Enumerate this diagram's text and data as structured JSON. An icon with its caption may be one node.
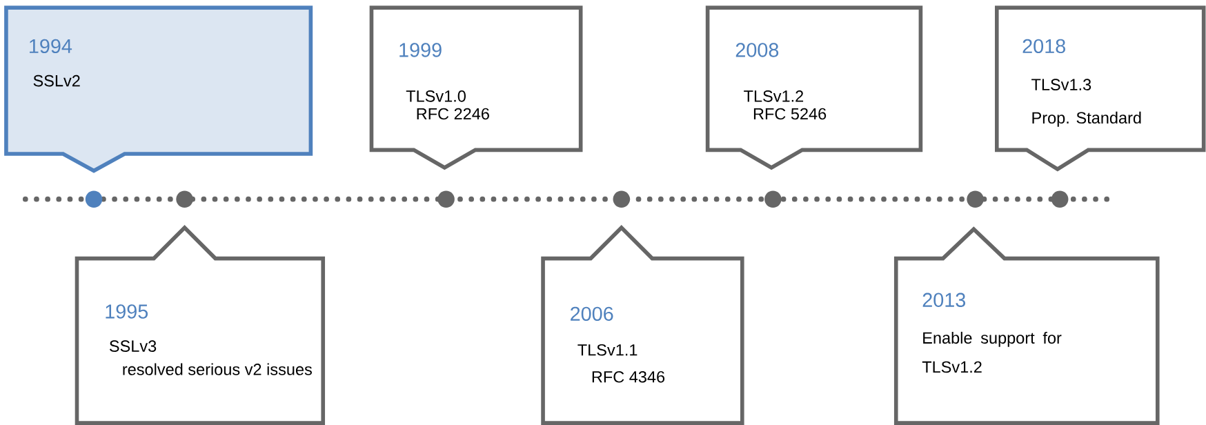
{
  "diagram": {
    "nodes": [
      {
        "text": [
          "1994",
          "SSLv2"
        ]
      },
      {
        "text": [
          "1995",
          "SSLv3",
          "resolved serious v2 issues"
        ]
      },
      {
        "text": [
          "1999",
          "TLSv1.0",
          "RFC 2246"
        ]
      },
      {
        "text": [
          "2006",
          "TLSv1.1",
          "RFC 4346"
        ]
      },
      {
        "text": [
          "2008",
          "TLSv1.2",
          "RFC 5246"
        ]
      },
      {
        "text": [
          "2013",
          "Enable support for TLSv1.2"
        ]
      },
      {
        "text": [
          "2018",
          "TLSv1.3",
          "Prop. Standard"
        ]
      }
    ]
  }
}
